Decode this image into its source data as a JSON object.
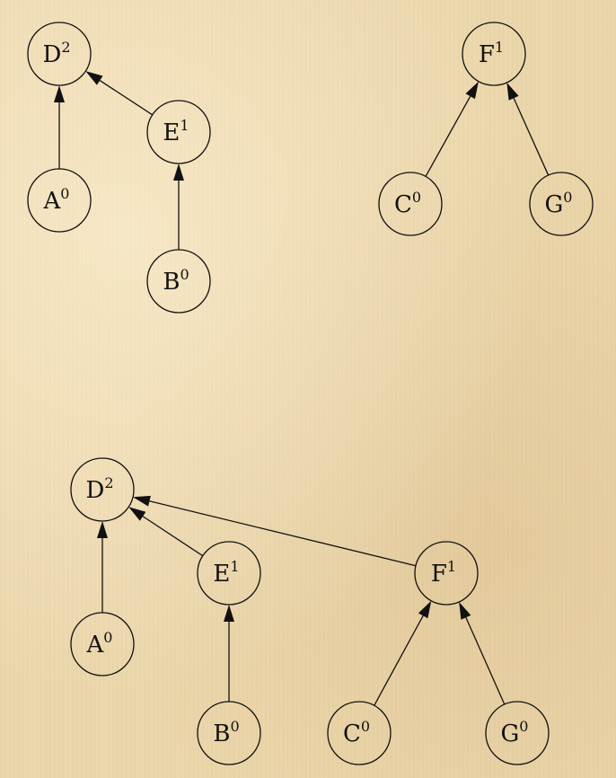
{
  "forests": [
    {
      "nodes": [
        {
          "id": "D",
          "rank": "2"
        },
        {
          "id": "E",
          "rank": "1"
        },
        {
          "id": "A",
          "rank": "0"
        },
        {
          "id": "B",
          "rank": "0"
        },
        {
          "id": "F",
          "rank": "1"
        },
        {
          "id": "C",
          "rank": "0"
        },
        {
          "id": "G",
          "rank": "0"
        }
      ],
      "edges": [
        {
          "from": "A",
          "to": "D"
        },
        {
          "from": "E",
          "to": "D"
        },
        {
          "from": "B",
          "to": "E"
        },
        {
          "from": "C",
          "to": "F"
        },
        {
          "from": "G",
          "to": "F"
        }
      ]
    },
    {
      "nodes": [
        {
          "id": "D",
          "rank": "2"
        },
        {
          "id": "E",
          "rank": "1"
        },
        {
          "id": "F",
          "rank": "1"
        },
        {
          "id": "A",
          "rank": "0"
        },
        {
          "id": "B",
          "rank": "0"
        },
        {
          "id": "C",
          "rank": "0"
        },
        {
          "id": "G",
          "rank": "0"
        }
      ],
      "edges": [
        {
          "from": "A",
          "to": "D"
        },
        {
          "from": "E",
          "to": "D"
        },
        {
          "from": "F",
          "to": "D"
        },
        {
          "from": "B",
          "to": "E"
        },
        {
          "from": "C",
          "to": "F"
        },
        {
          "from": "G",
          "to": "F"
        }
      ]
    }
  ]
}
